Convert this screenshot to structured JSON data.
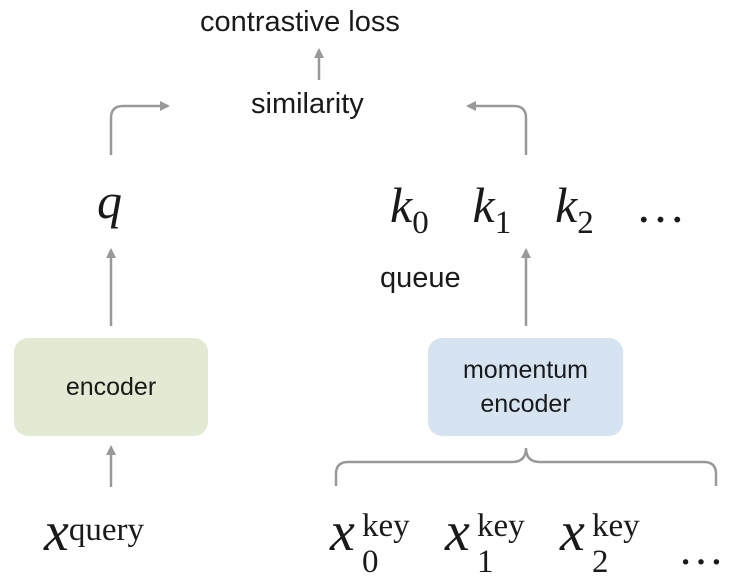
{
  "title": "contrastive loss",
  "similarity_label": "similarity",
  "queue_label": "queue",
  "query_vector": {
    "symbol": "q"
  },
  "keys": [
    {
      "symbol": "k",
      "subscript": "0"
    },
    {
      "symbol": "k",
      "subscript": "1"
    },
    {
      "symbol": "k",
      "subscript": "2"
    }
  ],
  "keys_ellipsis": "…",
  "encoder": {
    "label": "encoder",
    "color": "#e2ead4"
  },
  "momentum_encoder": {
    "line1": "momentum",
    "line2": "encoder",
    "color": "#d6e3f0"
  },
  "query_input": {
    "symbol": "x",
    "superscript": "query"
  },
  "key_inputs": [
    {
      "symbol": "x",
      "superscript": "key",
      "subscript": "0"
    },
    {
      "symbol": "x",
      "superscript": "key",
      "subscript": "1"
    },
    {
      "symbol": "x",
      "superscript": "key",
      "subscript": "2"
    }
  ],
  "key_inputs_ellipsis": "…",
  "arrow_color": "#999999"
}
